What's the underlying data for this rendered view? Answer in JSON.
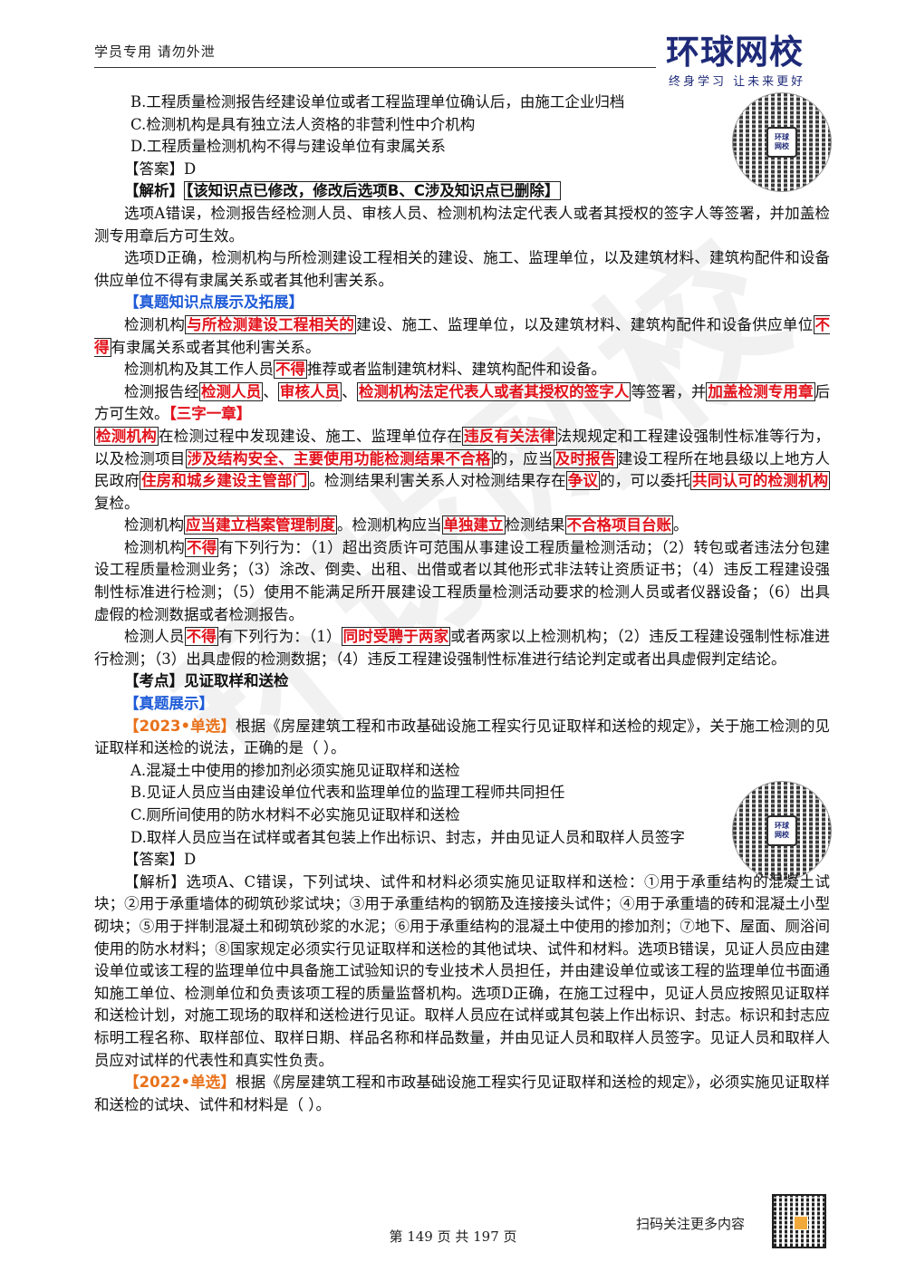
{
  "header": {
    "notice": "学员专用 请勿外泄",
    "logo_main": "环球网校",
    "logo_sub": "终身学习 让未来更好"
  },
  "watermark": "环球网校",
  "qr": {
    "center_text": "环球\n网校"
  },
  "q1": {
    "opt_b": "B.工程质量检测报告经建设单位或者工程监理单位确认后，由施工企业归档",
    "opt_c": "C.检测机构是具有独立法人资格的非营利性中介机构",
    "opt_d": "D.工程质量检测机构不得与建设单位有隶属关系",
    "answer": "【答案】D",
    "analysis_label": "【解析】",
    "analysis_note": "【该知识点已修改，修改后选项B、C涉及知识点已删除】",
    "para_a": "选项A错误，检测报告经检测人员、审核人员、检测机构法定代表人或者其授权的签字人等签署，并加盖检测专用章后方可生效。",
    "para_d": "选项D正确，检测机构与所检测建设工程相关的建设、施工、监理单位，以及建筑材料、建筑构配件和设备供应单位不得有隶属关系或者其他利害关系。"
  },
  "knowledge": {
    "heading": "【真题知识点展示及拓展】",
    "p1": {
      "t1": "检测机构",
      "h1": "与所检测建设工程相关的",
      "t2": "建设、施工、监理单位，以及建筑材料、建筑构配件和设备供应单位",
      "h2": "不得",
      "t3": "有隶属关系或者其他利害关系。"
    },
    "p2": {
      "t1": "检测机构及其工作人员",
      "h1": "不得",
      "t2": "推荐或者监制建筑材料、建筑构配件和设备。"
    },
    "p3": {
      "t1": "检测报告经",
      "h1": "检测人员",
      "s1": "、",
      "h2": "审核人员",
      "s2": "、",
      "h3": "检测机构法定代表人或者其授权的签字人",
      "t2": "等签署，并",
      "h4": "加盖检测专用章",
      "t3": "后方可生效。",
      "tag": "【三字一章】"
    },
    "p4": {
      "h1": "检测机构",
      "t1": "在检测过程中发现建设、施工、监理单位存在",
      "h2": "违反有关法律",
      "t2": "法规规定和工程建设强制性标准等行为，以及检测项目",
      "h3": "涉及结构安全、主要使用功能检测结果不合格",
      "t3": "的，应当",
      "h4": "及时报告",
      "t4": "建设工程所在地县级以上地方人民政府",
      "h5": "住房和城乡建设主管部门",
      "t5": "。检测结果利害关系人对检测结果存在",
      "h6": "争议",
      "t6": "的，可以委托",
      "h7": "共同认可的检测机构",
      "t7": "复检。"
    },
    "p5": {
      "t1": "检测机构",
      "h1": "应当建立档案管理制度",
      "t2": "。检测机构应当",
      "h2": "单独建立",
      "t3": "检测结果",
      "h3": "不合格项目台账",
      "t4": "。"
    },
    "p6": {
      "t1": "检测机构",
      "h1": "不得",
      "t2": "有下列行为：（1）超出资质许可范围从事建设工程质量检测活动；（2）转包或者违法分包建设工程质量检测业务；（3）涂改、倒卖、出租、出借或者以其他形式非法转让资质证书；（4）违反工程建设强制性标准进行检测；（5）使用不能满足所开展建设工程质量检测活动要求的检测人员或者仪器设备；（6）出具虚假的检测数据或者检测报告。"
    },
    "p7": {
      "t1": "检测人员",
      "h1": "不得",
      "t2": "有下列行为：（1）",
      "h2": "同时受聘于两家",
      "t3": "或者两家以上检测机构；（2）违反工程建设强制性标准进行检测；（3）出具虚假的检测数据；（4）违反工程建设强制性标准进行结论判定或者出具虚假判定结论。"
    }
  },
  "kaodian": {
    "heading": "【考点】见证取样和送检",
    "sub": "【真题展示】"
  },
  "q2": {
    "tag": "【2023•单选】",
    "stem": "根据《房屋建筑工程和市政基础设施工程实行见证取样和送检的规定》，关于施工检测的见证取样和送检的说法，正确的是（   ）。",
    "opt_a": "A.混凝土中使用的掺加剂必须实施见证取样和送检",
    "opt_b": "B.见证人员应当由建设单位代表和监理单位的监理工程师共同担任",
    "opt_c": "C.厕所间使用的防水材料不必实施见证取样和送检",
    "opt_d": "D.取样人员应当在试样或者其包装上作出标识、封志，并由见证人员和取样人员签字",
    "answer": "【答案】D",
    "analysis": "【解析】选项A、C错误，下列试块、试件和材料必须实施见证取样和送检：①用于承重结构的混凝土试块；②用于承重墙体的砌筑砂浆试块；③用于承重结构的钢筋及连接接头试件；④用于承重墙的砖和混凝土小型砌块；⑤用于拌制混凝土和砌筑砂浆的水泥；⑥用于承重结构的混凝土中使用的掺加剂；⑦地下、屋面、厕浴间使用的防水材料；⑧国家规定必须实行见证取样和送检的其他试块、试件和材料。选项B错误，见证人员应由建设单位或该工程的监理单位中具备施工试验知识的专业技术人员担任，并由建设单位或该工程的监理单位书面通知施工单位、检测单位和负责该项工程的质量监督机构。选项D正确，在施工过程中，见证人员应按照见证取样和送检计划，对施工现场的取样和送检进行见证。取样人员应在试样或其包装上作出标识、封志。标识和封志应标明工程名称、取样部位、取样日期、样品名称和样品数量，并由见证人员和取样人员签字。见证人员和取样人员应对试样的代表性和真实性负责。"
  },
  "q3": {
    "tag": "【2022•单选】",
    "stem": "根据《房屋建筑工程和市政基础设施工程实行见证取样和送检的规定》，必须实施见证取样和送检的试块、试件和材料是（   ）。"
  },
  "footer": {
    "page": "第 149 页 共 197 页",
    "scan": "扫码关注更多内容"
  }
}
